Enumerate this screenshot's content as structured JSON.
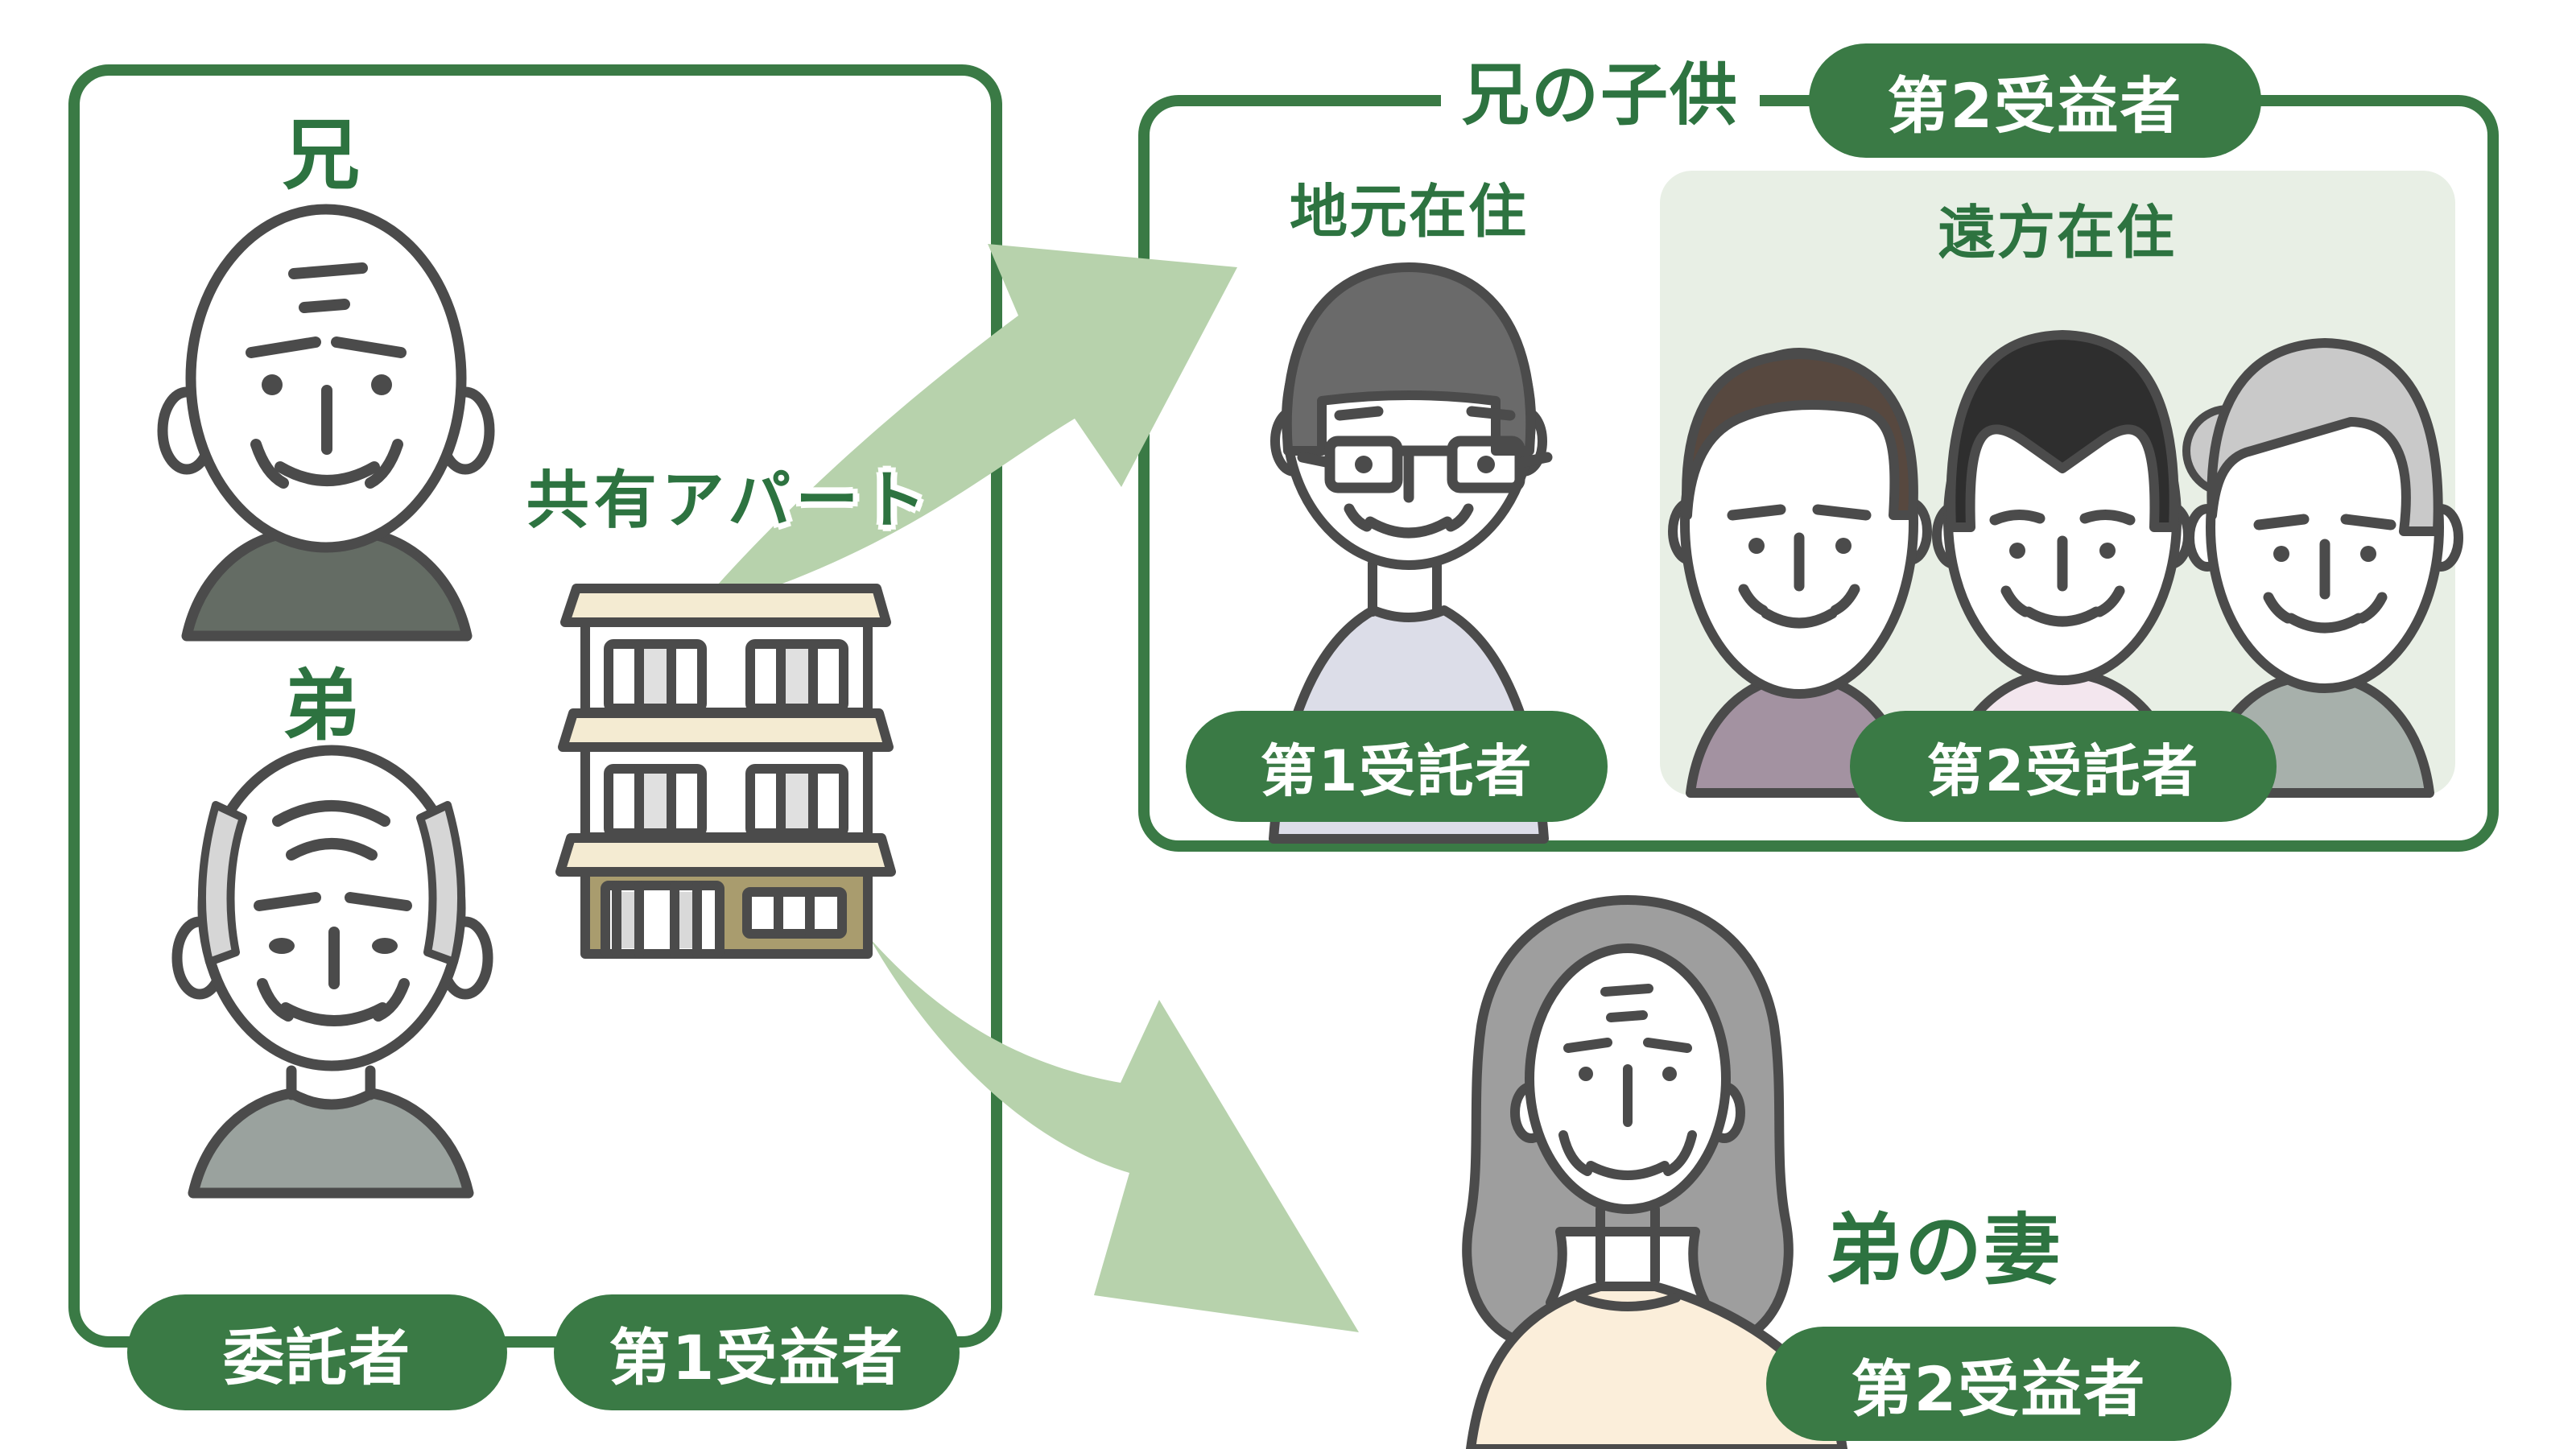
{
  "diagram": {
    "type": "family-trust-scheme",
    "colors": {
      "accent_green_dark": "#3a7a45",
      "text_green": "#2d7340",
      "arrow_green_light": "#b7d2ac",
      "panel_green_pale": "#e8efe5",
      "illustration_outline": "#4b4b4b",
      "building_roof_cream": "#f4ebd2",
      "building_wall_khaki": "#a99c6e"
    }
  },
  "left_box": {
    "brother_label": "兄",
    "younger_brother_label": "弟",
    "property_label": "共有アパート",
    "badges": {
      "trustor": "委託者",
      "first_beneficiary": "第1受益者"
    }
  },
  "right_box": {
    "title": "兄の子供",
    "title_badge": "第2受益者",
    "local_label": "地元在住",
    "remote_label": "遠方在住",
    "badges": {
      "first_trustee": "第1受託者",
      "second_trustee": "第2受託者"
    }
  },
  "bottom_right": {
    "wife_label": "弟の妻",
    "badge": "第2受益者"
  }
}
